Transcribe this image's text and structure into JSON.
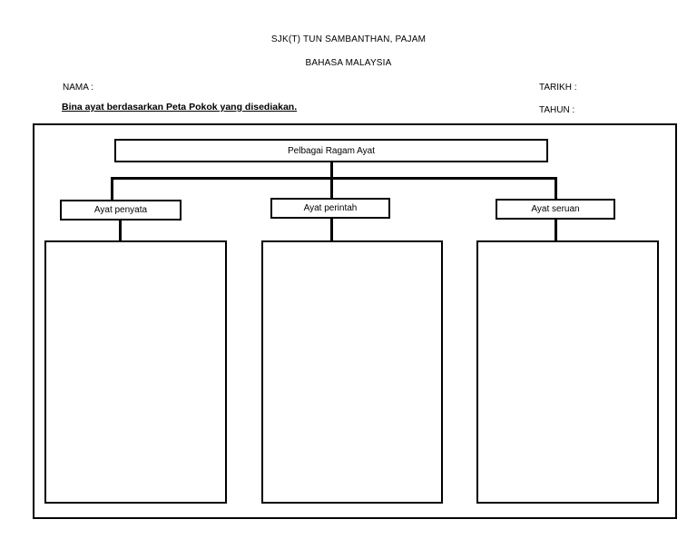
{
  "header": {
    "school": "SJK(T) TUN SAMBANTHAN, PAJAM",
    "subject": "BAHASA MALAYSIA"
  },
  "fields": {
    "nama_label": "NAMA :",
    "tarikh_label": "TARIKH :",
    "tahun_label": "TAHUN :"
  },
  "instruction": "Bina ayat berdasarkan Peta Pokok yang disediakan.",
  "tree_map": {
    "root": "Pelbagai Ragam Ayat",
    "branches": [
      {
        "label": "Ayat penyata",
        "answer": ""
      },
      {
        "label": "Ayat perintah",
        "answer": ""
      },
      {
        "label": "Ayat seruan",
        "answer": ""
      }
    ]
  },
  "colors": {
    "ink": "#000000",
    "paper": "#ffffff"
  }
}
